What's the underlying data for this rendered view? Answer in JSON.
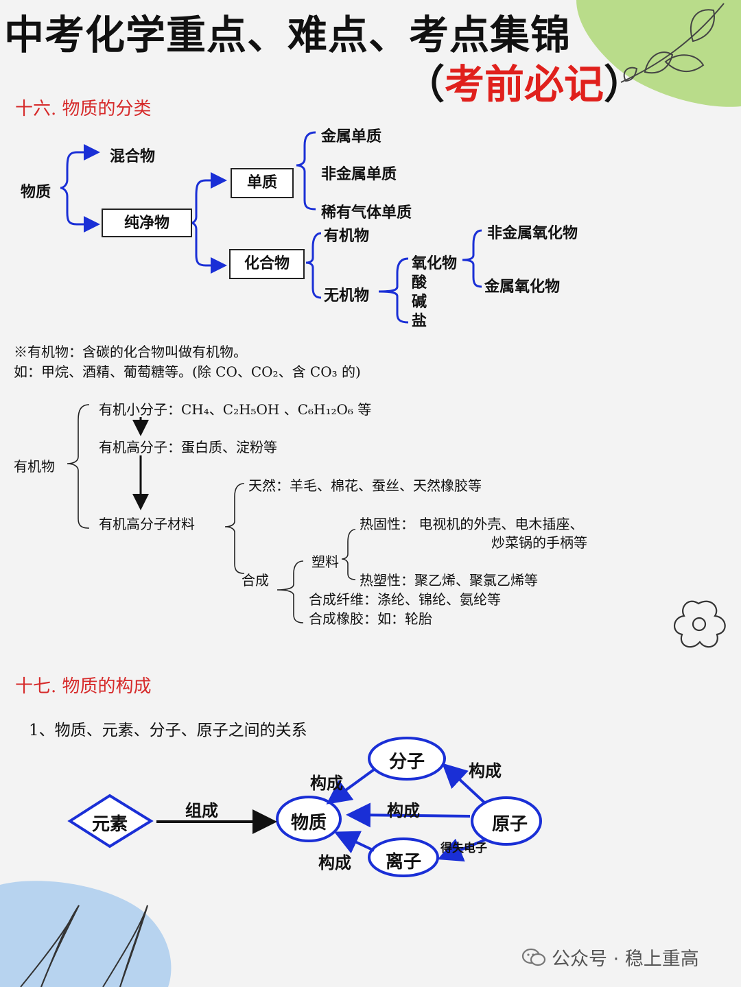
{
  "header": {
    "title": "中考化学重点、难点、考点集锦",
    "subtitle_open": "（",
    "subtitle_red": "考前必记",
    "subtitle_close": "）"
  },
  "section16": {
    "heading": "十六. 物质的分类",
    "tree": {
      "root": "物质",
      "mixture": "混合物",
      "pure": "纯净物",
      "element": "单质",
      "metal_element": "金属单质",
      "nonmetal_element": "非金属单质",
      "noble_gas": "稀有气体单质",
      "compound": "化合物",
      "organic": "有机物",
      "inorganic": "无机物",
      "oxide": "氧化物",
      "acid": "酸",
      "base": "碱",
      "salt": "盐",
      "nonmetal_oxide": "非金属氧化物",
      "metal_oxide": "金属氧化物"
    },
    "note_line1": "※有机物：含碳的化合物叫做有机物。",
    "note_line2": "如：甲烷、酒精、葡萄糖等。(除 CO、CO₂、含 CO₃ 的)",
    "organic_tree": {
      "root": "有机物",
      "small": "有机小分子：CH₄、C₂H₅OH 、C₆H₁₂O₆ 等",
      "polymer": "有机高分子：蛋白质、淀粉等",
      "material": "有机高分子材料",
      "natural": "天然：羊毛、棉花、蚕丝、天然橡胶等",
      "synthetic": "合成",
      "plastic": "塑料",
      "thermoset_line1": "热固性：  电视机的外壳、电木插座、",
      "thermoset_line2": "炒菜锅的手柄等",
      "thermoplastic": "热塑性：聚乙烯、聚氯乙烯等",
      "fiber": "合成纤维：涤纶、锦纶、氨纶等",
      "rubber": "合成橡胶：如：轮胎"
    }
  },
  "section17": {
    "heading": "十七. 物质的构成",
    "subheading": "1、物质、元素、分子、原子之间的关系",
    "diagram": {
      "element": "元素",
      "substance": "物质",
      "molecule": "分子",
      "atom": "原子",
      "ion": "离子",
      "compose": "组成",
      "constitute_molecule": "构成",
      "constitute_atom_molecule": "构成",
      "constitute_atom": "构成",
      "constitute_ion": "构成",
      "gain_lose": "得失电子"
    }
  },
  "footer": {
    "label": "公众号 · 稳上重高"
  },
  "colors": {
    "accent_red": "#d62a2a",
    "diagram_blue": "#1a2fd6",
    "leaf_green": "#b9dc8a",
    "corner_blue": "#b7d3ef"
  }
}
